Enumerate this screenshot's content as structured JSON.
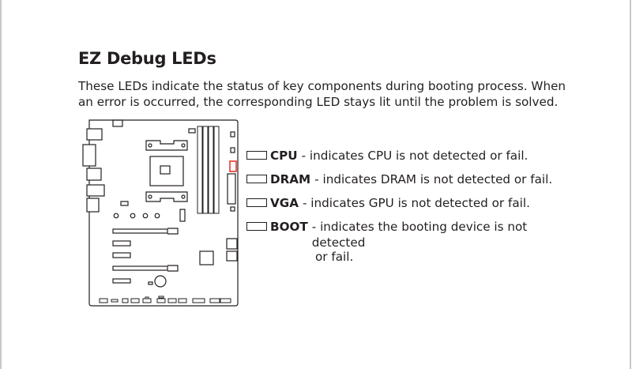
{
  "title": "EZ Debug LEDs",
  "description": "These LEDs indicate the status of key components during booting process. When an error is occurred, the corresponding LED stays lit until the problem is solved.",
  "legend": [
    {
      "name": "CPU",
      "text": "- indicates CPU is not detected or fail."
    },
    {
      "name": "DRAM",
      "text": "- indicates DRAM is not detected or fail."
    },
    {
      "name": "VGA",
      "text": "- indicates GPU is not detected or fail."
    },
    {
      "name": "BOOT",
      "text": "- indicates the booting device is not detected",
      "text_cont": "or fail."
    }
  ],
  "colors": {
    "highlight": "#e8382b",
    "line": "#231f20"
  }
}
